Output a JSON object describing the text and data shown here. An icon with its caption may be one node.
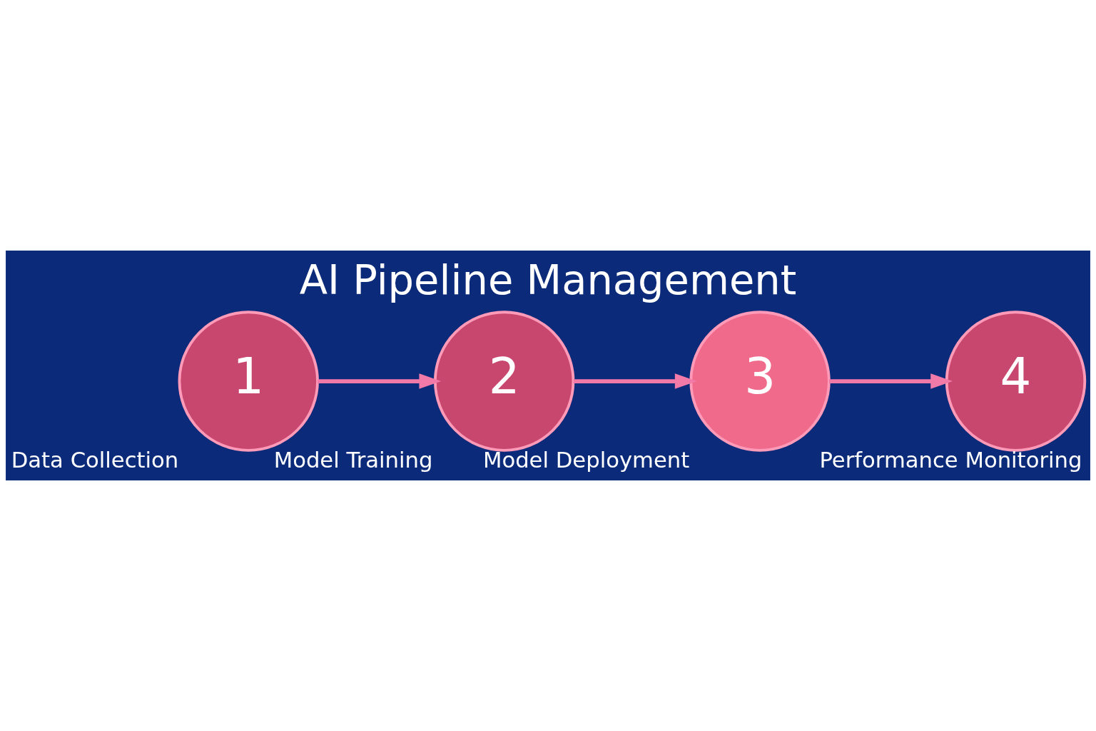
{
  "diagram": {
    "title": "AI Pipeline Management",
    "nodes": [
      {
        "text": [
          "1"
        ],
        "beside": [
          "Data Collection"
        ]
      },
      {
        "text": [
          "2"
        ],
        "beside": [
          "Model Training"
        ]
      },
      {
        "text": [
          "3"
        ],
        "beside": [
          "Model Deployment"
        ]
      },
      {
        "text": [
          "4"
        ],
        "beside": [
          "Performance Monitoring"
        ]
      }
    ],
    "edges": [
      {
        "from": 0,
        "to": 1,
        "arrow": "to"
      },
      {
        "from": 1,
        "to": 2,
        "arrow": "to"
      },
      {
        "from": 2,
        "to": 3,
        "arrow": "to"
      }
    ]
  }
}
